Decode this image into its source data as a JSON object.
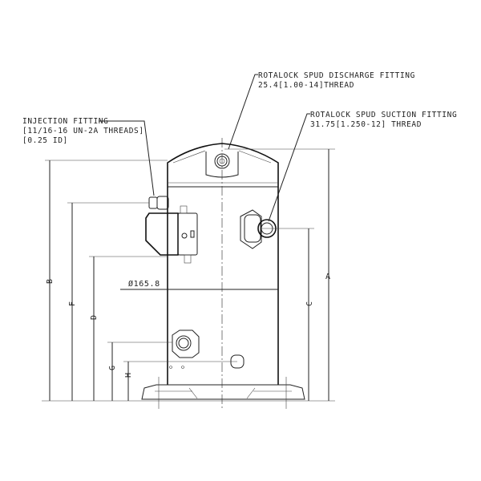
{
  "callouts": {
    "discharge": {
      "line1": "ROTALOCK SPUD DISCHARGE FITTING",
      "line2": "25.4[1.00-14]THREAD"
    },
    "suction": {
      "line1": "ROTALOCK SPUD SUCTION FITTING",
      "line2": "31.75[1.250-12] THREAD"
    },
    "injection": {
      "line1": "INJECTION FITTING",
      "line2": "[11/16-16 UN-2A THREADS]",
      "line3": "[0.25 ID]"
    }
  },
  "dimensions": {
    "A": "A",
    "B": "B",
    "C": "C",
    "D": "D",
    "F": "F",
    "G": "G",
    "H": "H",
    "diameter": "Ø165.8"
  }
}
